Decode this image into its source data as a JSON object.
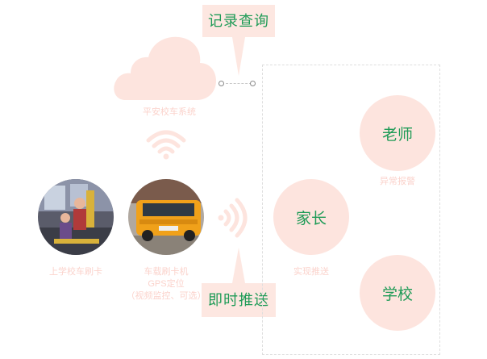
{
  "callouts": {
    "top": "记录查询",
    "bottom": "即时推送"
  },
  "system_label": "平安校车系统",
  "left_labels": {
    "students_caption": "上学校车刷卡",
    "bus_caption_line1": "车载刷卡机",
    "bus_caption_line2": "GPS定位",
    "bus_caption_line3": "（视频监控、可选）"
  },
  "nodes": {
    "teacher": "老师",
    "parent": "家长",
    "school": "学校"
  },
  "node_captions": {
    "teacher": "异常报警",
    "parent": "实现推送"
  },
  "colors": {
    "accent_text": "#1f9b57",
    "soft_pink": "#fde4de",
    "faint_pink": "#fbd3cc"
  }
}
